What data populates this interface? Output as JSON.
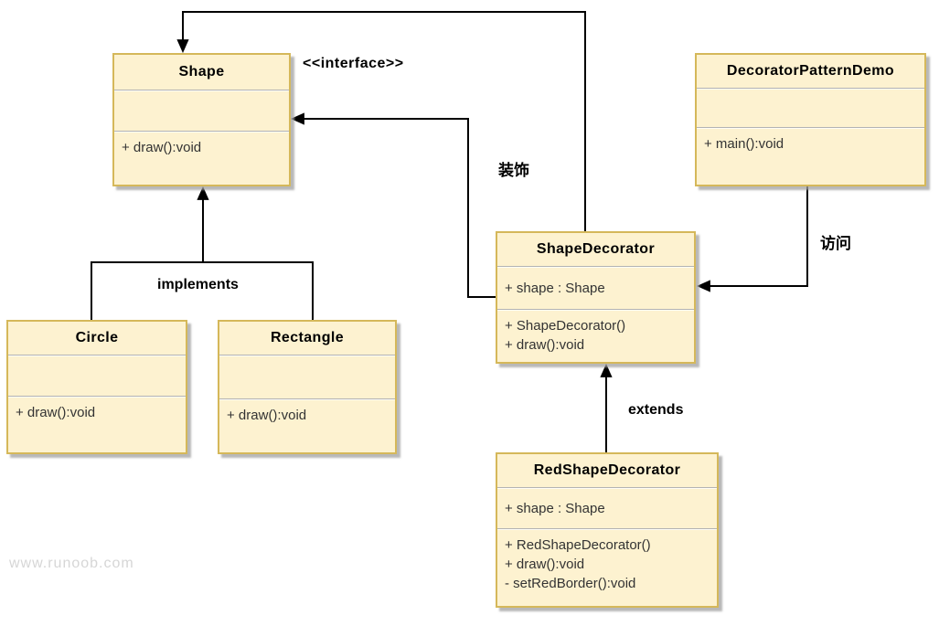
{
  "diagram": {
    "type": "uml-class-diagram",
    "watermark": "www.runoob.com",
    "labels": {
      "interface": "<<interface>>",
      "decorate": "装饰",
      "implements": "implements",
      "access": "访问",
      "extends": "extends"
    },
    "colors": {
      "box_fill": "#FDF2D0",
      "box_border": "#D5B85A",
      "divider": "#B3B3B3",
      "connector": "#000000",
      "watermark": "#D6D6D6",
      "background": "#FFFFFF"
    },
    "classes": {
      "shape": {
        "title": "Shape",
        "attrs": [],
        "ops": [
          "+ draw():void"
        ]
      },
      "demo": {
        "title": "DecoratorPatternDemo",
        "attrs": [],
        "ops": [
          "+ main():void"
        ]
      },
      "decorator": {
        "title": "ShapeDecorator",
        "attrs": [
          "+ shape : Shape"
        ],
        "ops": [
          "+ ShapeDecorator()",
          "+ draw():void"
        ]
      },
      "red_decorator": {
        "title": "RedShapeDecorator",
        "attrs": [
          "+ shape : Shape"
        ],
        "ops": [
          "+ RedShapeDecorator()",
          "+ draw():void",
          "- setRedBorder():void"
        ]
      },
      "circle": {
        "title": "Circle",
        "attrs": [],
        "ops": [
          "+ draw():void"
        ]
      },
      "rectangle": {
        "title": "Rectangle",
        "attrs": [],
        "ops": [
          "+ draw():void"
        ]
      }
    },
    "relations": [
      {
        "from": "ShapeDecorator",
        "to": "Shape",
        "kind": "association-top-route"
      },
      {
        "from": "ShapeDecorator",
        "to": "Shape",
        "kind": "association",
        "label": "装饰"
      },
      {
        "from": "Circle/Rectangle",
        "to": "Shape",
        "kind": "implements",
        "label": "implements"
      },
      {
        "from": "RedShapeDecorator",
        "to": "ShapeDecorator",
        "kind": "extends",
        "label": "extends"
      },
      {
        "from": "DecoratorPatternDemo",
        "to": "ShapeDecorator",
        "kind": "association",
        "label": "访问"
      }
    ]
  }
}
